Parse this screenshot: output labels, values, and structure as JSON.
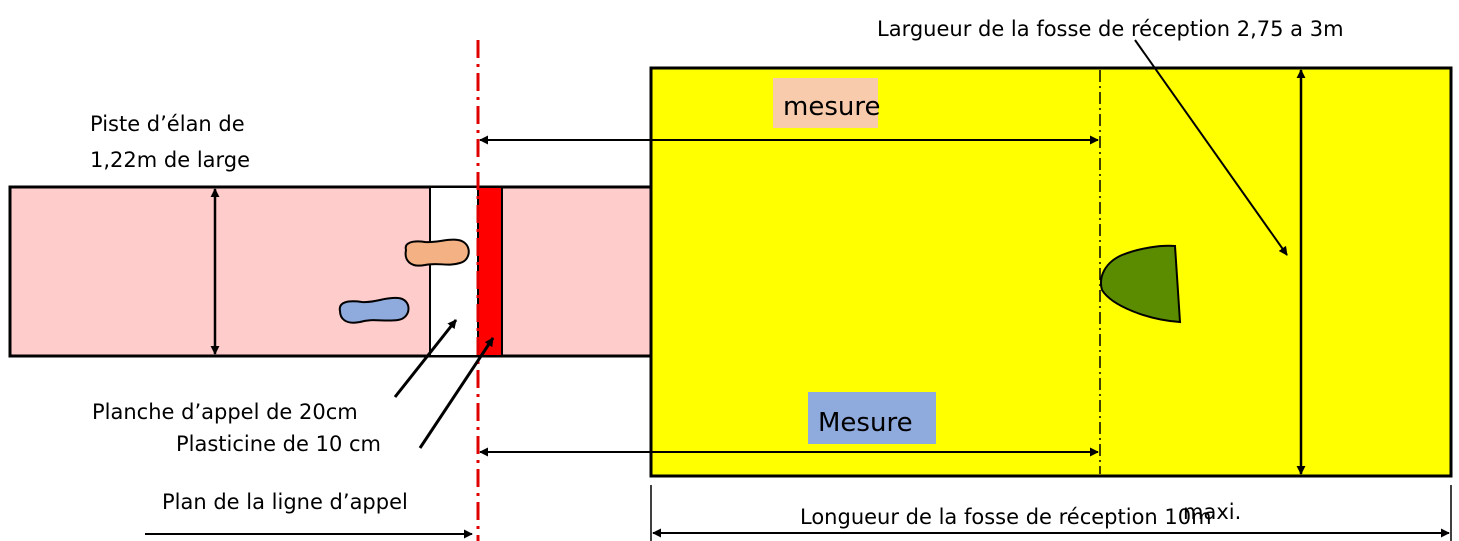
{
  "labels": {
    "runway_title_line1": "Piste d’élan de",
    "runway_title_line2": "1,22m de large",
    "pit_width": "Largueur de la fosse de réception 2,75 a 3m",
    "measure_top": "mesure",
    "measure_bottom": "Mesure",
    "takeoff_board": "Planche d’appel de 20cm",
    "plasticine": "Plasticine de 10 cm",
    "takeoff_line_plane": "Plan de la ligne d’appel",
    "pit_length": "Longueur de la fosse de réception 10m",
    "pit_length_suffix": "maxi."
  },
  "colors": {
    "runway": "#ffcccc",
    "board": "#ffffff",
    "plasticine": "#ff0000",
    "pit": "#ffff00",
    "takeoff_line": "#e00000",
    "footprint_orange": "#f4b183",
    "footprint_blue": "#8faadc",
    "landing_mark": "#5b8c00",
    "measure_top_bg": "#f8cbad",
    "measure_bottom_bg": "#8faadc"
  }
}
